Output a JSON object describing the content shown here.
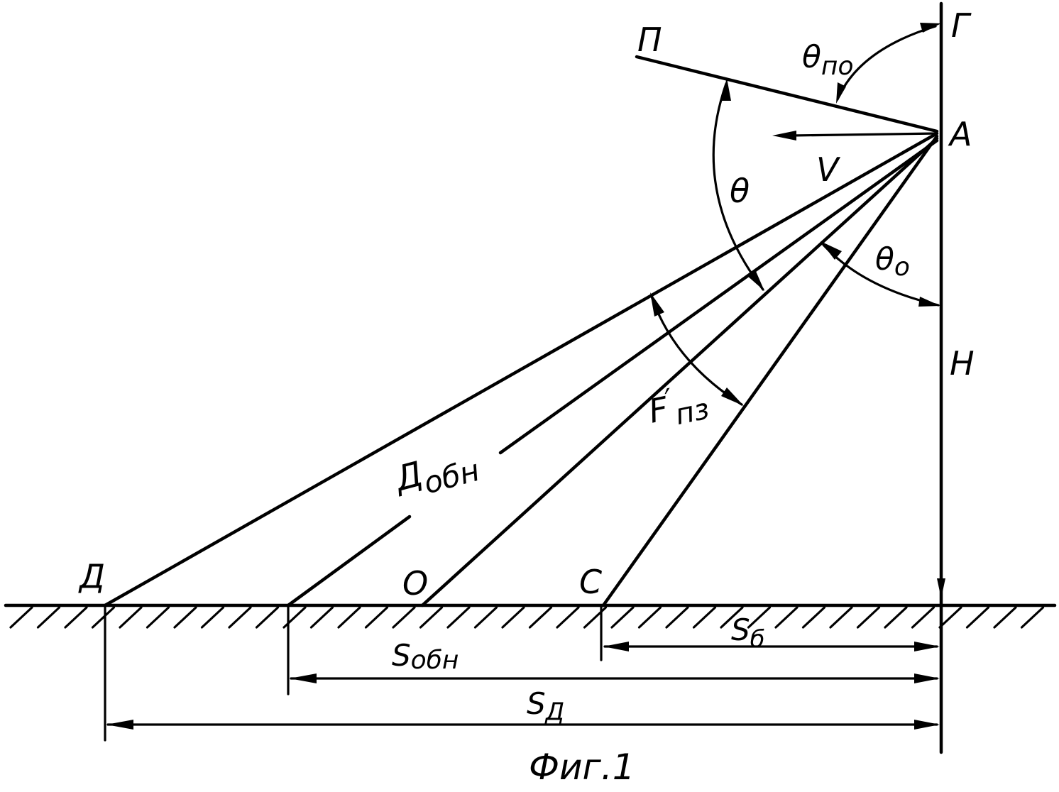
{
  "labels": {
    "point_a": "A",
    "point_g": "Г",
    "point_p": "П",
    "point_d": "Д",
    "point_o": "О",
    "point_c": "С",
    "height": "Н",
    "velocity": "V",
    "theta": "θ",
    "theta_po_main": "θ",
    "theta_po_sub": "по",
    "theta_o_main": "θ",
    "theta_o_sub": "о",
    "fpz_main": "F",
    "fpz_sub": "пз",
    "d_obn_main": "Д",
    "d_obn_sub": "обн",
    "s_b_main": "S",
    "s_b_sub": "б",
    "s_obn_main": "S",
    "s_obn_sub": "обн",
    "s_d_main": "S",
    "s_d_sub": "Д"
  },
  "caption": "Фиг.1"
}
